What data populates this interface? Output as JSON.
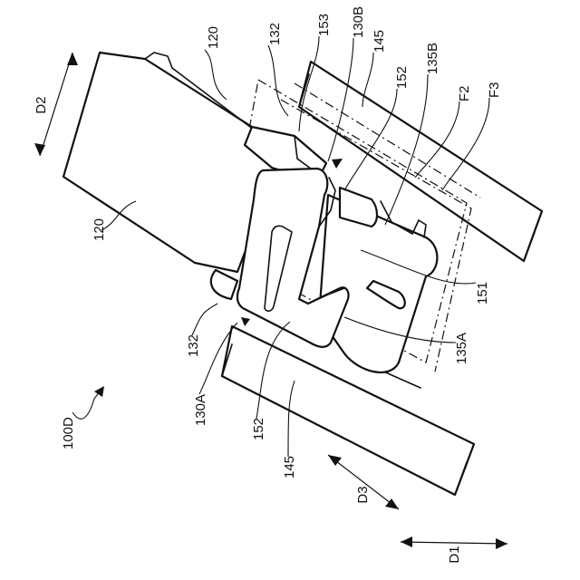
{
  "figure": {
    "labels": {
      "l_120_top": "120",
      "l_132_top": "132",
      "l_153": "153",
      "l_130B": "130B",
      "l_145_top": "145",
      "l_152_top": "152",
      "l_135B": "135B",
      "l_F2": "F2",
      "l_F3": "F3",
      "l_D2": "D2",
      "l_120_left": "120",
      "l_151": "151",
      "l_132_bottom": "132",
      "l_135A": "135A",
      "l_130A": "130A",
      "l_100D": "100D",
      "l_152_bottom": "152",
      "l_145_bottom": "145",
      "l_D3": "D3",
      "l_D1": "D1"
    }
  }
}
